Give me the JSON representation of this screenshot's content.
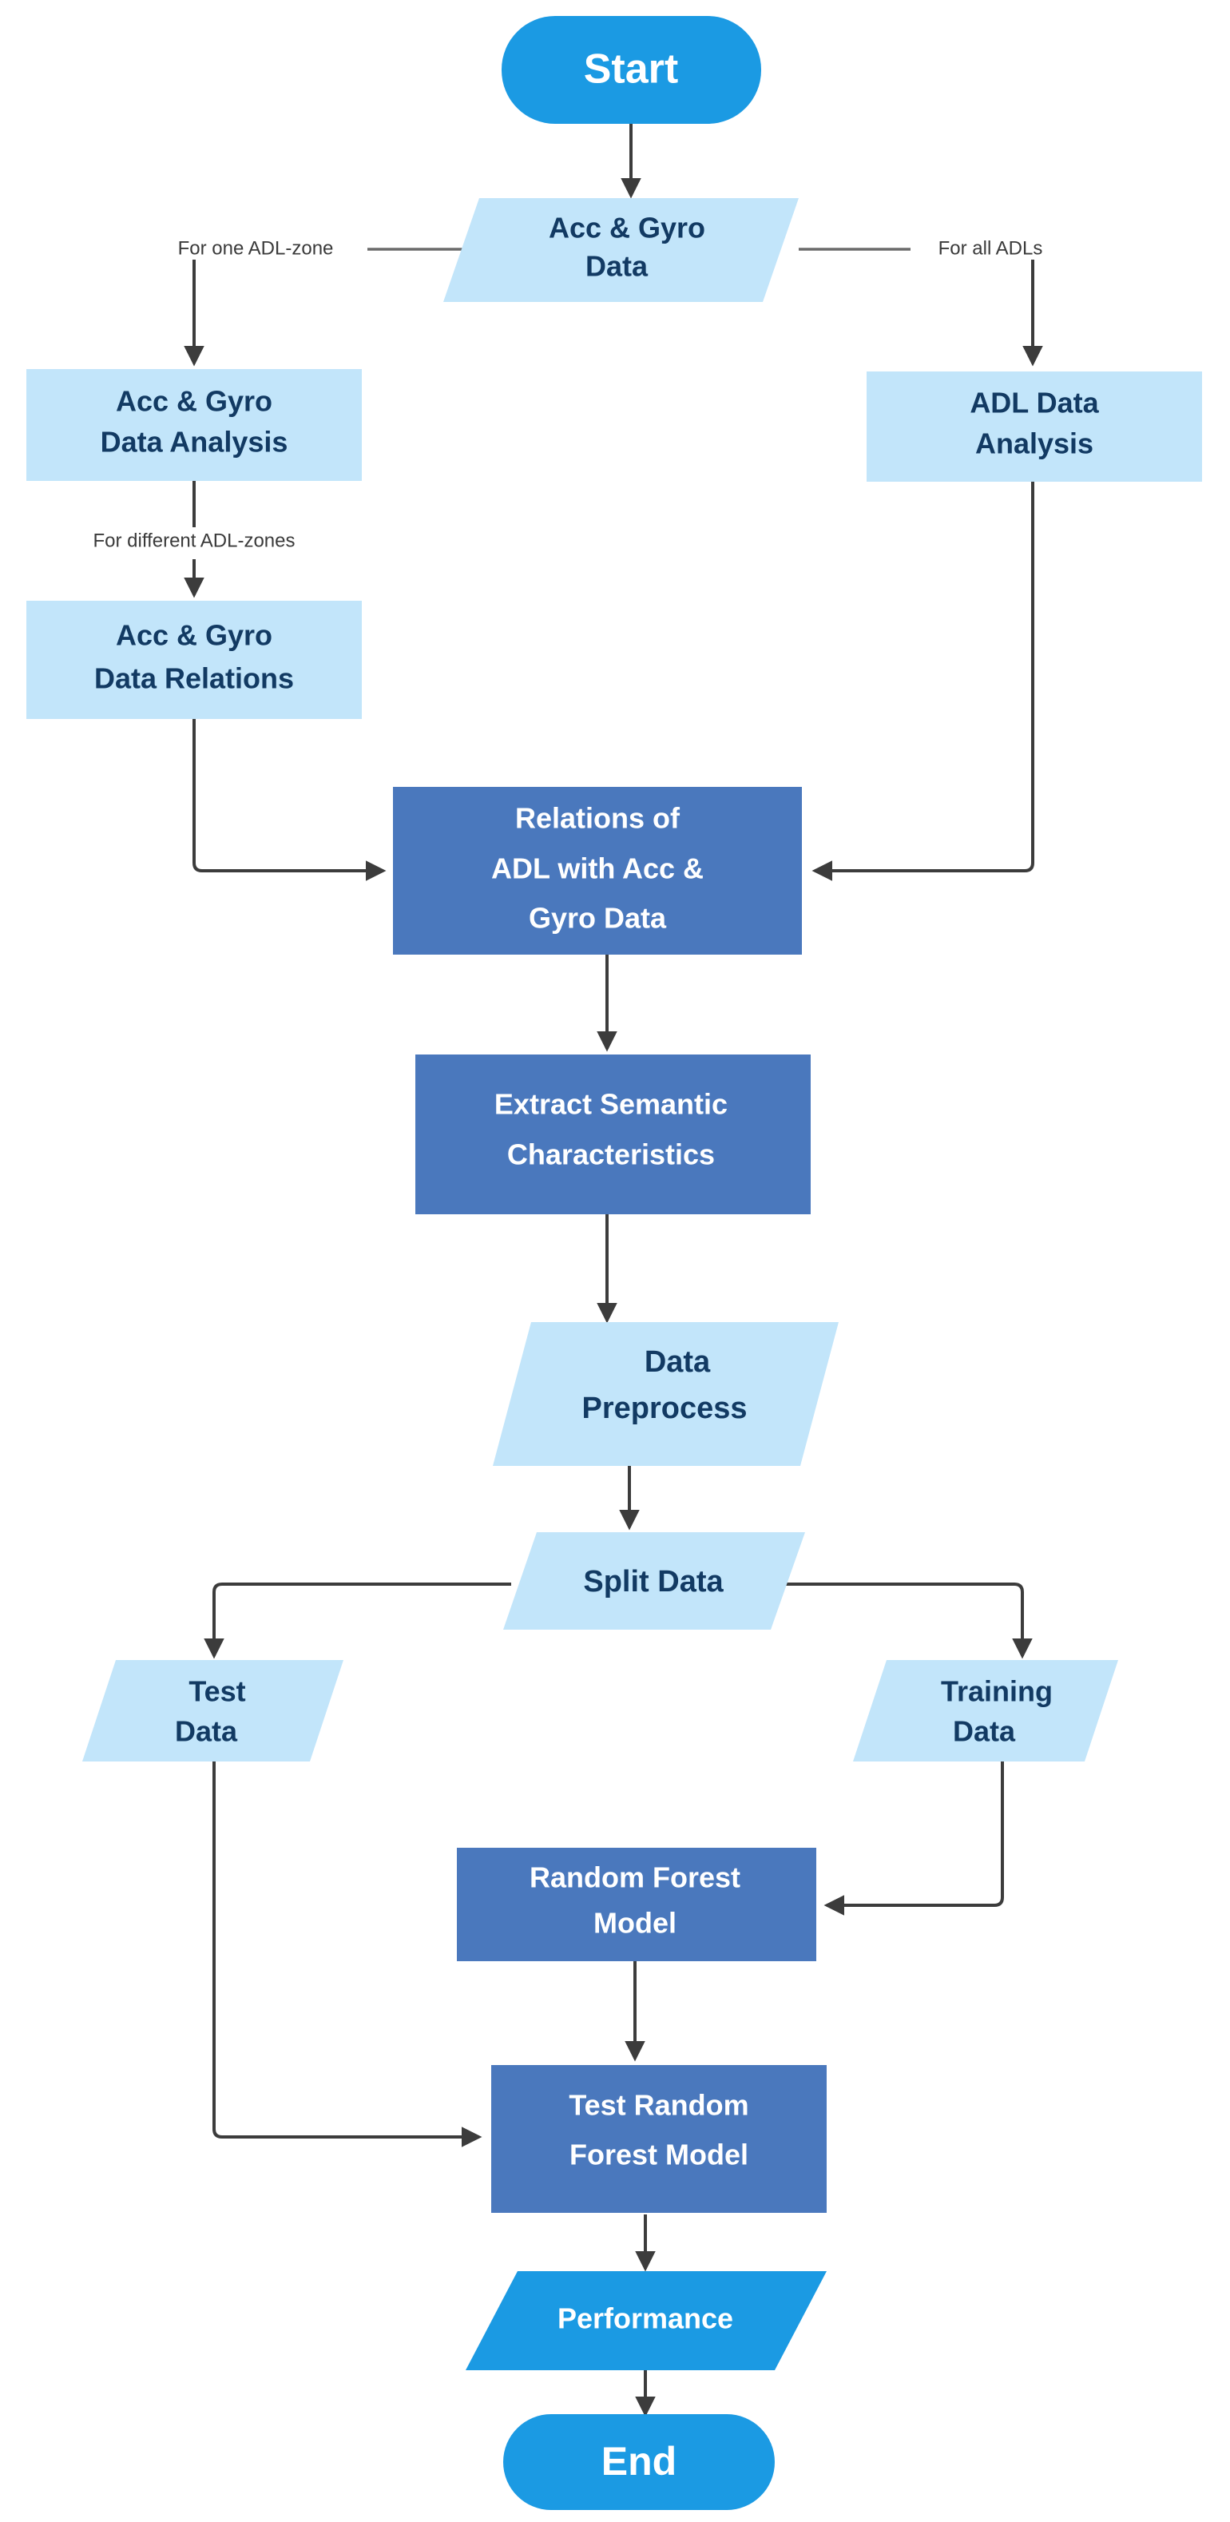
{
  "diagram": {
    "title": "ADL Recognition Random Forest Pipeline Flowchart",
    "colors": {
      "terminator_fill": "#1b9ae3",
      "terminator_text": "#ffffff",
      "process_light_fill": "#c2e5fa",
      "process_light_text": "#123a63",
      "process_dark_fill": "#4a78bd",
      "process_dark_text": "#ffffff",
      "io_light_fill": "#c2e5fa",
      "io_accent_fill": "#1b9ae3",
      "connector_stroke": "#3c3c3c",
      "edge_label_text": "#3a3a3a",
      "background": "#ffffff"
    },
    "nodes": [
      {
        "id": "start",
        "label": "Start",
        "shape": "terminator",
        "style": "accent"
      },
      {
        "id": "acc_gyro_data",
        "label": "Acc & Gyro\nData",
        "shape": "parallelogram",
        "style": "light"
      },
      {
        "id": "acc_gyro_an",
        "label": "Acc & Gyro\nData Analysis",
        "shape": "rectangle",
        "style": "light"
      },
      {
        "id": "adl_data_an",
        "label": "ADL Data\nAnalysis",
        "shape": "rectangle",
        "style": "light"
      },
      {
        "id": "acc_gyro_rel",
        "label": "Acc & Gyro\nData Relations",
        "shape": "rectangle",
        "style": "light"
      },
      {
        "id": "rel_adl_acc",
        "label": "Relations of\nADL with Acc &\nGyro Data",
        "shape": "rectangle",
        "style": "dark"
      },
      {
        "id": "extract_sem",
        "label": "Extract Semantic\nCharacteristics",
        "shape": "rectangle",
        "style": "dark"
      },
      {
        "id": "data_prep",
        "label": "Data\nPreprocess",
        "shape": "parallelogram",
        "style": "light"
      },
      {
        "id": "split_data",
        "label": "Split Data",
        "shape": "parallelogram",
        "style": "light"
      },
      {
        "id": "test_data",
        "label": "Test\nData",
        "shape": "parallelogram",
        "style": "light"
      },
      {
        "id": "training_data",
        "label": "Training\nData",
        "shape": "parallelogram",
        "style": "light"
      },
      {
        "id": "rf_model",
        "label": "Random Forest\nModel",
        "shape": "rectangle",
        "style": "dark"
      },
      {
        "id": "test_rf_model",
        "label": "Test Random\nForest Model",
        "shape": "rectangle",
        "style": "dark"
      },
      {
        "id": "performance",
        "label": "Performance",
        "shape": "parallelogram",
        "style": "accent"
      },
      {
        "id": "end",
        "label": "End",
        "shape": "terminator",
        "style": "accent"
      }
    ],
    "node_text": {
      "start": {
        "line1": "Start"
      },
      "acc_gyro_data": {
        "line1": "Acc & Gyro",
        "line2": "Data"
      },
      "acc_gyro_an": {
        "line1": "Acc & Gyro",
        "line2": "Data Analysis"
      },
      "adl_data_an": {
        "line1": "ADL Data",
        "line2": "Analysis"
      },
      "acc_gyro_rel": {
        "line1": "Acc & Gyro",
        "line2": "Data Relations"
      },
      "rel_adl_acc": {
        "line1": "Relations of",
        "line2": "ADL with Acc &",
        "line3": "Gyro Data"
      },
      "extract_sem": {
        "line1": "Extract Semantic",
        "line2": "Characteristics"
      },
      "data_prep": {
        "line1": "Data",
        "line2": "Preprocess"
      },
      "split_data": {
        "line1": "Split Data"
      },
      "test_data": {
        "line1": "Test",
        "line2": "Data"
      },
      "training_data": {
        "line1": "Training",
        "line2": "Data"
      },
      "rf_model": {
        "line1": "Random Forest",
        "line2": "Model"
      },
      "test_rf_model": {
        "line1": "Test Random",
        "line2": "Forest Model"
      },
      "performance": {
        "line1": "Performance"
      },
      "end": {
        "line1": "End"
      }
    },
    "edge_labels": {
      "one_adl_zone": "For one ADL-zone",
      "all_adls": "For all ADLs",
      "different_adl_zones": "For different ADL-zones"
    },
    "edges": [
      {
        "from": "start",
        "to": "acc_gyro_data",
        "label": ""
      },
      {
        "from": "acc_gyro_data",
        "to": "acc_gyro_an",
        "label": "For one ADL-zone"
      },
      {
        "from": "acc_gyro_data",
        "to": "adl_data_an",
        "label": "For all ADLs"
      },
      {
        "from": "acc_gyro_an",
        "to": "acc_gyro_rel",
        "label": "For different ADL-zones"
      },
      {
        "from": "acc_gyro_rel",
        "to": "rel_adl_acc",
        "label": ""
      },
      {
        "from": "adl_data_an",
        "to": "rel_adl_acc",
        "label": ""
      },
      {
        "from": "rel_adl_acc",
        "to": "extract_sem",
        "label": ""
      },
      {
        "from": "extract_sem",
        "to": "data_prep",
        "label": ""
      },
      {
        "from": "data_prep",
        "to": "split_data",
        "label": ""
      },
      {
        "from": "split_data",
        "to": "test_data",
        "label": ""
      },
      {
        "from": "split_data",
        "to": "training_data",
        "label": ""
      },
      {
        "from": "training_data",
        "to": "rf_model",
        "label": ""
      },
      {
        "from": "rf_model",
        "to": "test_rf_model",
        "label": ""
      },
      {
        "from": "test_data",
        "to": "test_rf_model",
        "label": ""
      },
      {
        "from": "test_rf_model",
        "to": "performance",
        "label": ""
      },
      {
        "from": "performance",
        "to": "end",
        "label": ""
      }
    ]
  }
}
